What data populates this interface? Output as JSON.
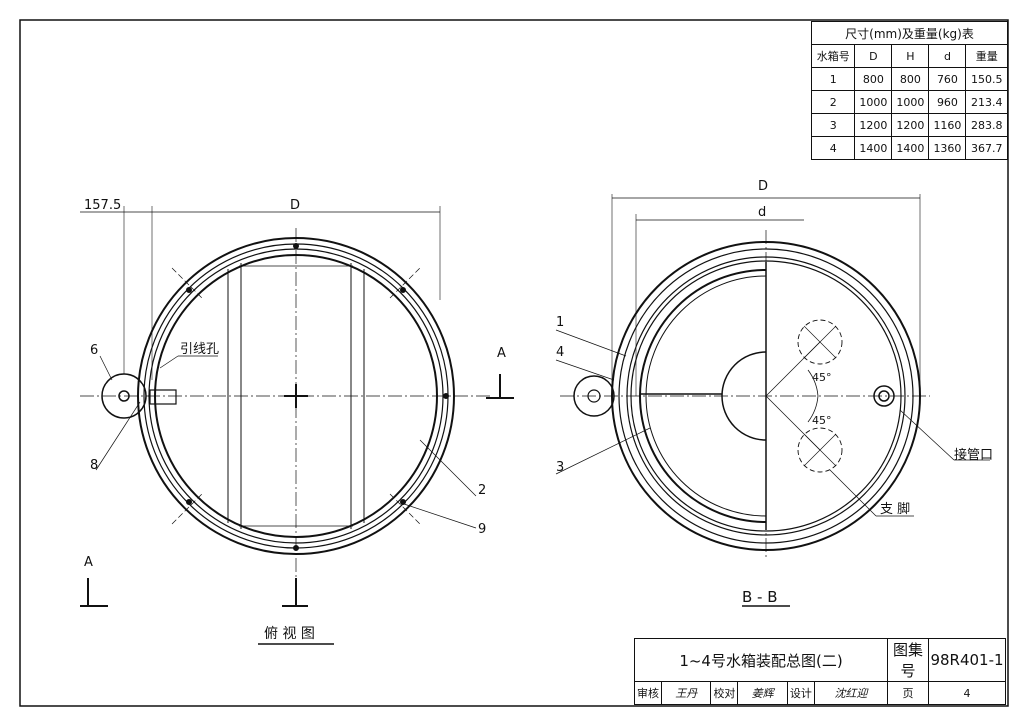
{
  "size_table": {
    "caption": "尺寸(mm)及重量(kg)表",
    "headers": [
      "水箱号",
      "D",
      "H",
      "d",
      "重量"
    ],
    "rows": [
      [
        "1",
        "800",
        "800",
        "760",
        "150.5"
      ],
      [
        "2",
        "1000",
        "1000",
        "960",
        "213.4"
      ],
      [
        "3",
        "1200",
        "1200",
        "1160",
        "283.8"
      ],
      [
        "4",
        "1400",
        "1400",
        "1360",
        "367.7"
      ]
    ]
  },
  "plan_view": {
    "title": "俯 视 图",
    "dim_offset": "157.5",
    "dim_d": "D",
    "label_wire_hole": "引线孔",
    "callout_6": "6",
    "callout_8": "8",
    "callout_2": "2",
    "callout_9": "9",
    "section_mark_right": "A",
    "section_mark_left": "A"
  },
  "section_view": {
    "title": "B - B",
    "dim_outer": "D",
    "dim_inner": "d",
    "callout_1": "1",
    "callout_4": "4",
    "callout_3": "3",
    "angle_upper": "45°",
    "angle_lower": "45°",
    "label_pipe_port": "接管口",
    "label_support": "支 脚"
  },
  "title_block": {
    "drawing_title": "1~4号水箱装配总图(二)",
    "atlas_label": "图集号",
    "atlas_number": "98R401-1",
    "review_label": "审核",
    "review_sign": "王丹",
    "check_label": "校对",
    "check_sign": "姜辉",
    "design_label": "设计",
    "design_sign": "沈红迎",
    "page_label": "页",
    "page_number": "4"
  }
}
